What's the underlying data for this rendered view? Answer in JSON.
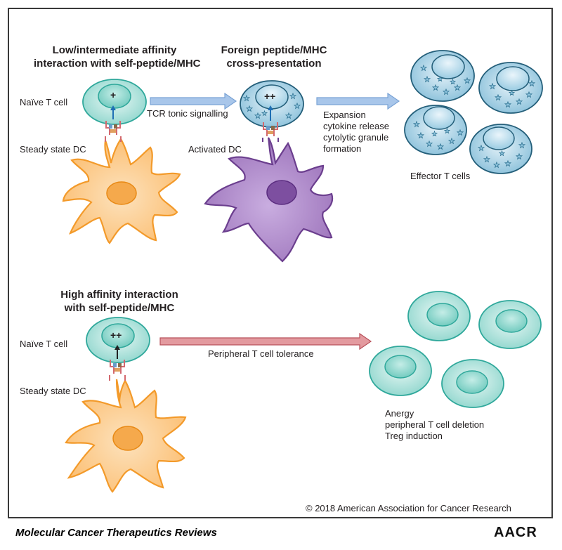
{
  "top_panel": {
    "title_left": [
      "Low/intermediate affinity",
      "interaction with self-peptide/MHC"
    ],
    "title_right": [
      "Foreign peptide/MHC",
      "cross-presentation"
    ],
    "naive_t_cell_label": "Naïve T cell",
    "naive_cell_signal": "+",
    "steady_dc_label": "Steady state DC",
    "arrow1_label": "TCR tonic signalling",
    "activated_cell_signal": "++",
    "activated_dc_label": "Activated DC",
    "arrow2_label": [
      "Expansion",
      "cytokine release",
      "cytolytic granule",
      "formation"
    ],
    "effector_label": "Effector T cells"
  },
  "bottom_panel": {
    "title": [
      "High affinity interaction",
      "with self-peptide/MHC"
    ],
    "naive_t_cell_label": "Naïve T cell",
    "naive_cell_signal": "++",
    "steady_dc_label": "Steady state DC",
    "arrow_label": "Peripheral T cell tolerance",
    "outcome_label": [
      "Anergy",
      "peripheral T cell deletion",
      "Treg induction"
    ]
  },
  "copyright": "© 2018 American Association for Cancer Research",
  "footer": {
    "journal": "Molecular Cancer Therapeutics Reviews",
    "logo_text": "AACR"
  },
  "colors": {
    "dc_fill": "#fbc98a",
    "dc_stroke": "#f39a2a",
    "activated_dc_fill": "#a883c0",
    "activated_dc_stroke": "#6b3e8e",
    "t_cell_fill": "#b3e3dd",
    "t_cell_stroke": "#2fa89b",
    "effector_fill": "#a9d4e6",
    "effector_stroke": "#245f7a",
    "blue_arrow": "#a8c6ea",
    "red_arrow": "#e39a9f"
  }
}
